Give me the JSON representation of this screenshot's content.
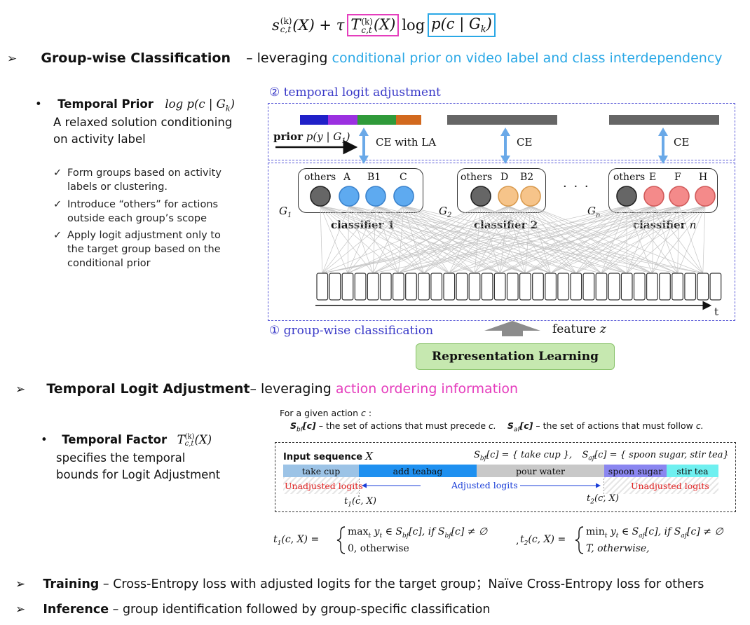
{
  "formula": {
    "s_part": "s",
    "s_sup": "(k)",
    "s_sub": "c,t",
    "x_plus_tau": "(X) + τ",
    "T_part": "T",
    "T_sup": "(k)",
    "T_sub": "c,t",
    "T_arg": "(X)",
    "log": "log",
    "prior": "p(c | G",
    "prior_sub": "k",
    "prior_close": ")"
  },
  "sections": {
    "group_wise": {
      "arrow": "➢",
      "title": "Group-wise Classification",
      "dash": "– leveraging",
      "highlight": "conditional prior on video label and class interdependency"
    },
    "temporal_logit": {
      "arrow": "➢",
      "title": "Temporal Logit Adjustment",
      "dash": "– leveraging",
      "highlight": "action ordering information"
    },
    "training": {
      "arrow": "➢",
      "title": "Training",
      "text": "– Cross-Entropy loss with adjusted logits for the target group；Naïve Cross-Entropy loss for others"
    },
    "inference": {
      "arrow": "➢",
      "title": "Inference",
      "text": "– group identification followed by group-specific classification"
    }
  },
  "temporal_prior": {
    "bullet": "•",
    "title": "Temporal Prior",
    "math": "log p(c | G",
    "math_sub": "k",
    "math_close": ")",
    "line1": "A relaxed solution conditioning",
    "line2": "on activity label"
  },
  "checklist": [
    {
      "mark": "✓",
      "lines": [
        "Form groups based on activity",
        "labels or clustering."
      ]
    },
    {
      "mark": "✓",
      "lines": [
        "Introduce “others” for actions",
        "outside each group’s scope"
      ]
    },
    {
      "mark": "✓",
      "lines": [
        "Apply logit adjustment only to",
        "the target group based on the",
        "conditional prior"
      ]
    }
  ],
  "diagram": {
    "tla_title": "② temporal logit adjustment",
    "gwc_title": "① group-wise classification",
    "prior_label": "prior",
    "prior_math": "p(y | G",
    "prior_math_sub": "1",
    "prior_math_close": ")",
    "ce_with_la": "CE with LA",
    "ce": "CE",
    "ellipsis": "· · ·",
    "feature": "feature",
    "feature_var": "z",
    "t_label": "t",
    "groups": [
      {
        "g": "G",
        "g_sub": "1",
        "labels": [
          "others",
          "A",
          "B1",
          "C"
        ],
        "classifier": "classifier 1",
        "color": "#5eaaf0",
        "stroke": "#3a82cc"
      },
      {
        "g": "G",
        "g_sub": "2",
        "labels": [
          "others",
          "D",
          "B2"
        ],
        "classifier": "classifier 2",
        "color": "#f6c48a",
        "stroke": "#d89a4e"
      },
      {
        "g": "G",
        "g_sub": "n",
        "labels": [
          "others",
          "E",
          "F",
          "H"
        ],
        "classifier": "classifier",
        "classifier_var": "n",
        "color": "#f48a8a",
        "stroke": "#d05a5a"
      }
    ],
    "top_bar_colors": [
      "#2020c8",
      "#9b30e0",
      "#2f9a3a",
      "#2f9a3a",
      "#d2691e"
    ],
    "others_color": "#666666",
    "rep_learning": "Representation Learning"
  },
  "temporal_factor": {
    "bullet": "•",
    "title": "Temporal Factor",
    "math": "T",
    "math_sup": "(k)",
    "math_sub": "c,t",
    "math_arg": "(X)",
    "line1": "specifies the temporal",
    "line2": "bounds for Logit Adjustment"
  },
  "given": {
    "line1_pre": "For a given action",
    "line1_var": "c",
    "line1_post": ":",
    "sbf": "S",
    "sbf_sub": "bf",
    "sbf_arg": "[c]",
    "sbf_text": "– the set of actions that must precede",
    "sbf_var": "c.",
    "saf": "S",
    "saf_sub": "af",
    "saf_arg": "[c]",
    "saf_text": "– the set of actions that must follow",
    "saf_var": "c."
  },
  "sequence": {
    "title": "Input sequence",
    "title_var": "X",
    "sets": "S",
    "sets_bf_sub": "bf",
    "sets_bf_val": "[c] = { take cup },",
    "sets_af": "S",
    "sets_af_sub": "af",
    "sets_af_val": "[c] = { spoon sugar, stir tea}",
    "segments": [
      {
        "label": "take cup",
        "color": "#9cc3e6"
      },
      {
        "label": "add teabag",
        "color": "#1e90f0"
      },
      {
        "label": "pour water",
        "color": "#c8c8c8"
      },
      {
        "label": "spoon sugar",
        "color": "#8a86f0"
      },
      {
        "label": "stir tea",
        "color": "#6ff0f0"
      }
    ],
    "unadjusted_left": "Unadjusted logits",
    "adjusted": "Adjusted logits",
    "unadjusted_right": "Unadjusted logits",
    "t1": "t",
    "t1_sub": "1",
    "t1_arg": "(c, X)",
    "t2": "t",
    "t2_sub": "2",
    "t2_arg": "(c, X)"
  },
  "equations": {
    "t1_lhs": "t",
    "t1_lhs_sub": "1",
    "t1_lhs_arg": "(c, X) =",
    "t1_case1": "max",
    "t1_case1_sub": "t",
    "t1_case1_rest": "y",
    "t1_case1_rest_sub": "t",
    "t1_case1_tail": "∈ S",
    "t1_case1_tail_sub": "bf",
    "t1_case1_cond": "[c],  if S",
    "t1_case1_cond_sub": "bf",
    "t1_case1_cond_end": "[c] ≠ ∅",
    "t1_case2": "0,  otherwise",
    "comma": ",",
    "t2_lhs": "t",
    "t2_lhs_sub": "2",
    "t2_lhs_arg": "(c, X) =",
    "t2_case1": "min",
    "t2_case1_sub": "t",
    "t2_case1_rest": "y",
    "t2_case1_rest_sub": "t",
    "t2_case1_tail": "∈ S",
    "t2_case1_tail_sub": "af",
    "t2_case1_cond": "[c],  if S",
    "t2_case1_cond_sub": "af",
    "t2_case1_cond_end": "[c] ≠ ∅",
    "t2_case2": "T,  otherwise,"
  }
}
